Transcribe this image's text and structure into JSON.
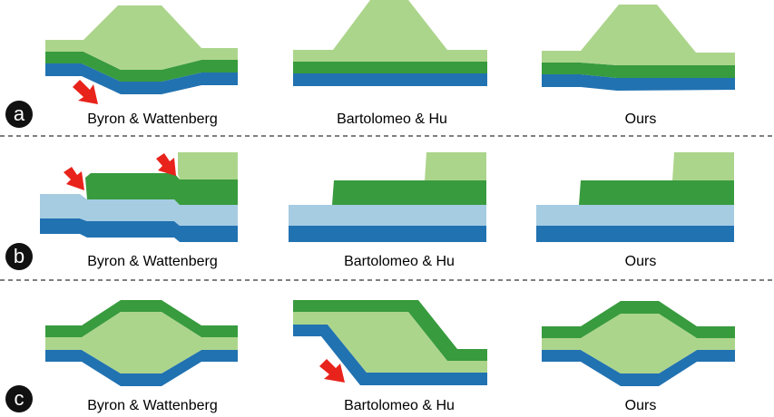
{
  "colors": {
    "light_green": "#acd58c",
    "dark_green": "#389b3e",
    "light_blue": "#a6cce2",
    "dark_blue": "#2172b1",
    "arrow_red": "#e8231b",
    "divider": "#555555"
  },
  "rows": [
    {
      "label": "a",
      "captions": [
        "Byron & Wattenberg",
        "Bartolomeo & Hu",
        "Ours"
      ]
    },
    {
      "label": "b",
      "captions": [
        "Byron & Wattenberg",
        "Bartolomeo & Hu",
        "Ours"
      ]
    },
    {
      "label": "c",
      "captions": [
        "Byron & Wattenberg",
        "Bartolomeo & Hu",
        "Ours"
      ]
    }
  ]
}
